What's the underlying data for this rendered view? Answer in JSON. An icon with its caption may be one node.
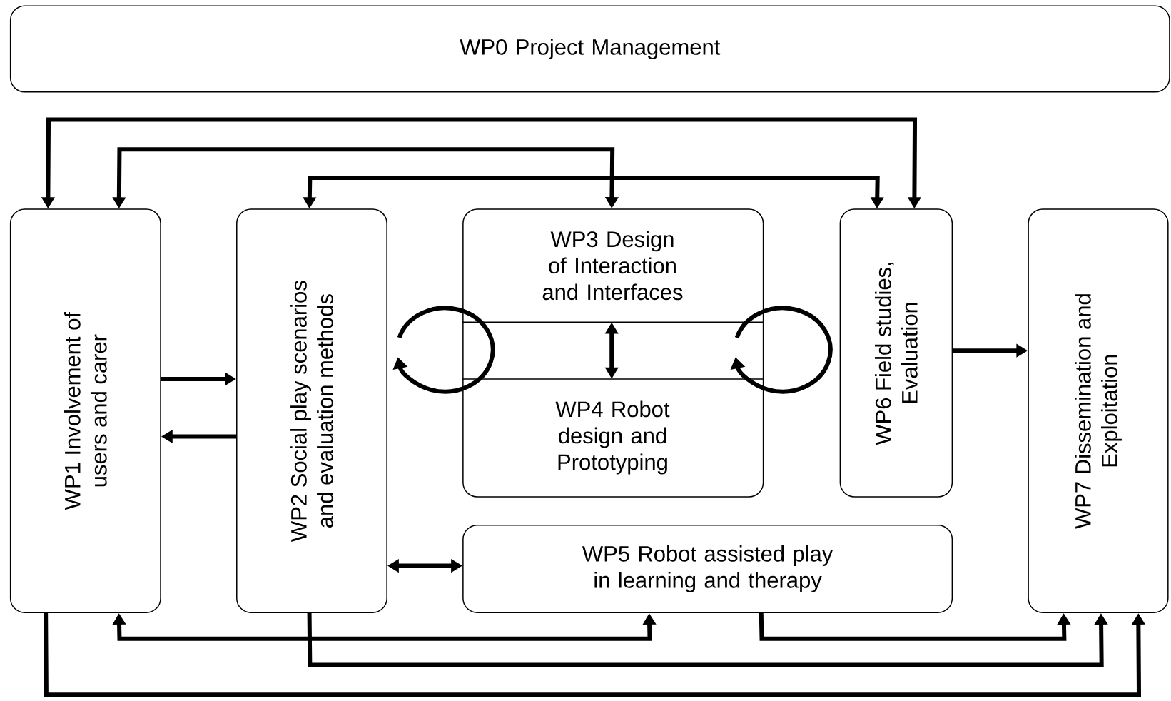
{
  "diagram": {
    "nodes": [
      {
        "text": [
          "WP0 Project Management"
        ]
      },
      {
        "text": [
          "WP1 Involvement of users and carer"
        ]
      },
      {
        "text": [
          "WP2 Social play scenarios and evaluation methods"
        ]
      },
      {
        "text": [],
        "shape": "box"
      },
      {
        "text": [
          "WP3 Design of Interaction and Interfaces"
        ],
        "in": 3
      },
      {
        "text": [
          "WP4 Robot design and Prototyping"
        ],
        "in": 3
      },
      {
        "text": [
          "WP5 Robot assisted play in learning and therapy"
        ]
      },
      {
        "text": [
          "WP6 Field studies, Evaluation"
        ]
      },
      {
        "text": [
          "WP7 Dissemination and Exploitation"
        ]
      }
    ],
    "edges": [
      {
        "from": 1,
        "to": 7,
        "arrow": "both"
      },
      {
        "from": 1,
        "to": 4,
        "arrow": "both"
      },
      {
        "from": 2,
        "to": 7,
        "arrow": "both"
      },
      {
        "from": 1,
        "to": 2,
        "arrow": "to"
      },
      {
        "from": 2,
        "to": 1,
        "arrow": "to"
      },
      {
        "from": 2,
        "to": 6,
        "arrow": "both"
      },
      {
        "from": 4,
        "to": 5,
        "arrow": "both"
      },
      {
        "from": 7,
        "to": 8,
        "arrow": "to"
      },
      {
        "from": 1,
        "to": 6,
        "arrow": "both"
      },
      {
        "from": 6,
        "to": 8,
        "arrow": "to"
      },
      {
        "from": 2,
        "to": 8,
        "arrow": "to"
      },
      {
        "from": 1,
        "to": 8,
        "arrow": "to"
      }
    ]
  }
}
